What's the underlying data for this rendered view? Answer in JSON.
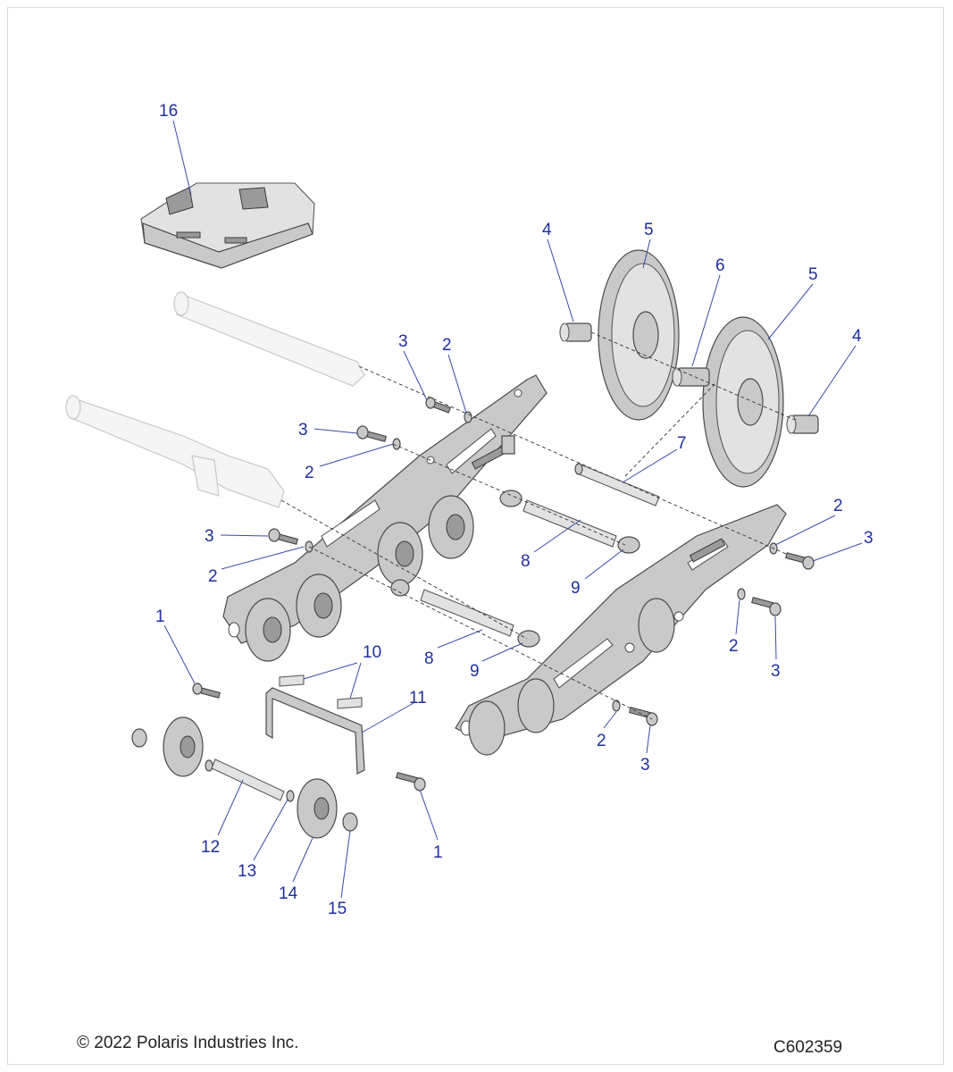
{
  "footer": {
    "copyright": "© 2022 Polaris Industries Inc.",
    "figure_id": "C602359"
  },
  "callouts": [
    {
      "id": "c16",
      "label": "16"
    },
    {
      "id": "c4a",
      "label": "4"
    },
    {
      "id": "c5a",
      "label": "5"
    },
    {
      "id": "c6",
      "label": "6"
    },
    {
      "id": "c5b",
      "label": "5"
    },
    {
      "id": "c4b",
      "label": "4"
    },
    {
      "id": "c3a",
      "label": "3"
    },
    {
      "id": "c2a",
      "label": "2"
    },
    {
      "id": "c3b",
      "label": "3"
    },
    {
      "id": "c2b",
      "label": "2"
    },
    {
      "id": "c7",
      "label": "7"
    },
    {
      "id": "c2c",
      "label": "2"
    },
    {
      "id": "c3c",
      "label": "3"
    },
    {
      "id": "c3d",
      "label": "3"
    },
    {
      "id": "c2d",
      "label": "2"
    },
    {
      "id": "c8a",
      "label": "8"
    },
    {
      "id": "c9a",
      "label": "9"
    },
    {
      "id": "c2e",
      "label": "2"
    },
    {
      "id": "c3e",
      "label": "3"
    },
    {
      "id": "c1a",
      "label": "1"
    },
    {
      "id": "c10",
      "label": "10"
    },
    {
      "id": "c8b",
      "label": "8"
    },
    {
      "id": "c9b",
      "label": "9"
    },
    {
      "id": "c11",
      "label": "11"
    },
    {
      "id": "c2f",
      "label": "2"
    },
    {
      "id": "c3f",
      "label": "3"
    },
    {
      "id": "c12",
      "label": "12"
    },
    {
      "id": "c13",
      "label": "13"
    },
    {
      "id": "c14",
      "label": "14"
    },
    {
      "id": "c15",
      "label": "15"
    },
    {
      "id": "c1b",
      "label": "1"
    }
  ]
}
